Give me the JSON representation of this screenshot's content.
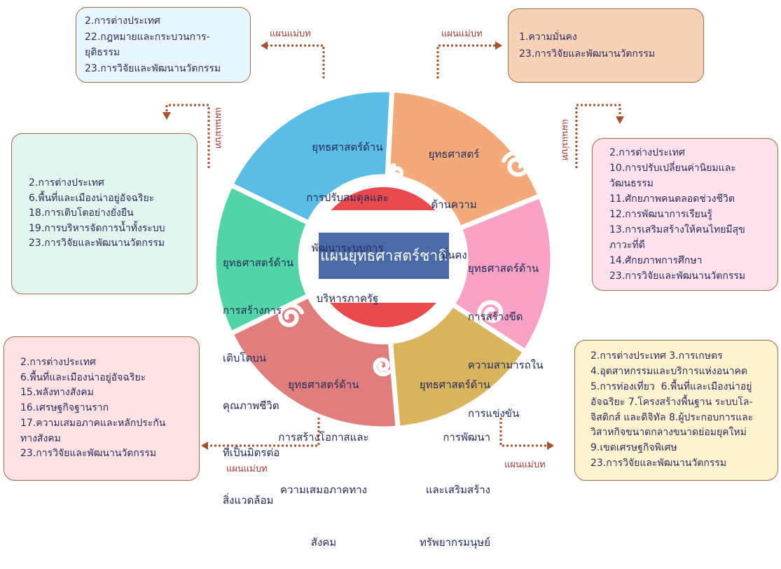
{
  "diagram": {
    "center_title": "แผนยุทธศาสตร์ชาติ",
    "connector_label": "แผนแม่บท",
    "strategies": [
      {
        "color": "#5bbde6",
        "lines": [
          "ยุทธศาสตร์ด้าน",
          "การปรับสมดุลและ",
          "พัฒนาระบบการ",
          "บริหารภาครัฐ"
        ]
      },
      {
        "color": "#f3aa7b",
        "lines": [
          "ยุทธศาสตร์",
          "ด้านความ",
          "มั่นคง"
        ]
      },
      {
        "color": "#f7a1c4",
        "lines": [
          "ยุทธศาสตร์ด้าน",
          "การสร้างขีด",
          "ความสามารถใน",
          "การแข่งขัน"
        ]
      },
      {
        "color": "#d9b45e",
        "lines": [
          "ยุทธศาสตร์ด้าน",
          "การพัฒนา",
          "และเสริมสร้าง",
          "ทรัพยากรมนุษย์"
        ]
      },
      {
        "color": "#e07e7e",
        "lines": [
          "ยุทธศาสตร์ด้าน",
          "การสร้างโอกาสและ",
          "ความเสมอภาคทาง",
          "สังคม"
        ]
      },
      {
        "color": "#52d3a8",
        "lines": [
          "ยุทธศาสตร์ด้าน",
          "การสร้างการ",
          "เติบโตบน",
          "คุณภาพชีวิต",
          "ที่เป็นมิตรต่อ",
          "สิ่งแวดล้อม"
        ]
      }
    ],
    "master_plan_boxes": {
      "top_left": {
        "fill": "#e8f6fd",
        "lines": [
          "2.การต่างประเทศ",
          "22.กฎหมายและกระบวนการ-",
          "ยุติธรรม",
          "23.การวิจัยและพัฒนานวัตกรรม"
        ]
      },
      "top_right": {
        "fill": "#f7d2b6",
        "lines": [
          "1.ความมั่นคง",
          "23.การวิจัยและพัฒนานวัตกรรม"
        ]
      },
      "left": {
        "fill": "#e0f6ee",
        "lines": [
          "2.การต่างประเทศ",
          "6.พื้นที่และเมืองน่าอยู่อัจฉริยะ",
          "18.การเติบโตอย่างยั่งยืน",
          "19.การบริหารจัดการน้ำทั้งระบบ",
          "23.การวิจัยและพัฒนานวัตกรรม"
        ]
      },
      "right": {
        "fill": "#fde1ec",
        "lines": [
          "2.การต่างประเทศ",
          "10.การปรับเปลี่ยนค่านิยมและ",
          "วัฒนธรรม",
          "11.ศักยภาพคนตลอดช่วงชีวิต",
          "12.การพัฒนาการเรียนรู้",
          "13.การเสริมสร้างให้คนไทยมีสุข",
          "ภาวะที่ดี",
          "14.ศักยภาพการศึกษา",
          "23.การวิจัยและพัฒนานวัตกรรม"
        ]
      },
      "bottom_left": {
        "fill": "#fde2e4",
        "lines": [
          "2.การต่างประเทศ",
          "6.พื้นที่และเมืองน่าอยู่อัจฉริยะ",
          "15.พลังทางสังคม",
          "16.เศรษฐกิจฐานราก",
          "17.ความเสมอภาคและหลักประกัน",
          "ทางสังคม",
          "23.การวิจัยและพัฒนานวัตกรรม"
        ]
      },
      "bottom_right": {
        "fill": "#fff4cf",
        "lines": [
          "2.การต่างประเทศ 3.การเกษตร",
          "4.อุตสาหกรรมและบริการแห่งอนาคต",
          "5.การท่องเที่ยว  6.พื้นที่และเมืองน่าอยู่",
          "อัจฉริยะ 7.โครงสร้างพื้นฐาน ระบบโล-",
          "จิสติกส์ และดิจิทัล 8.ผู้ประกอบการและ",
          "วิสาหกิจขนาดกลางขนาดย่อมยุคใหม่",
          "9.เขตเศรษฐกิจพิเศษ",
          "23.การวิจัยและพัฒนานวัตกรรม"
        ]
      }
    }
  },
  "colors": {
    "connector": "#a5532f",
    "connector_label": "#a83a32",
    "box_border": "#a56a43",
    "center_band": "#4a6aa8",
    "center_caps": "#e84a4f",
    "segment_text": "#1f2a57",
    "box_text": "#2b2b5e"
  }
}
